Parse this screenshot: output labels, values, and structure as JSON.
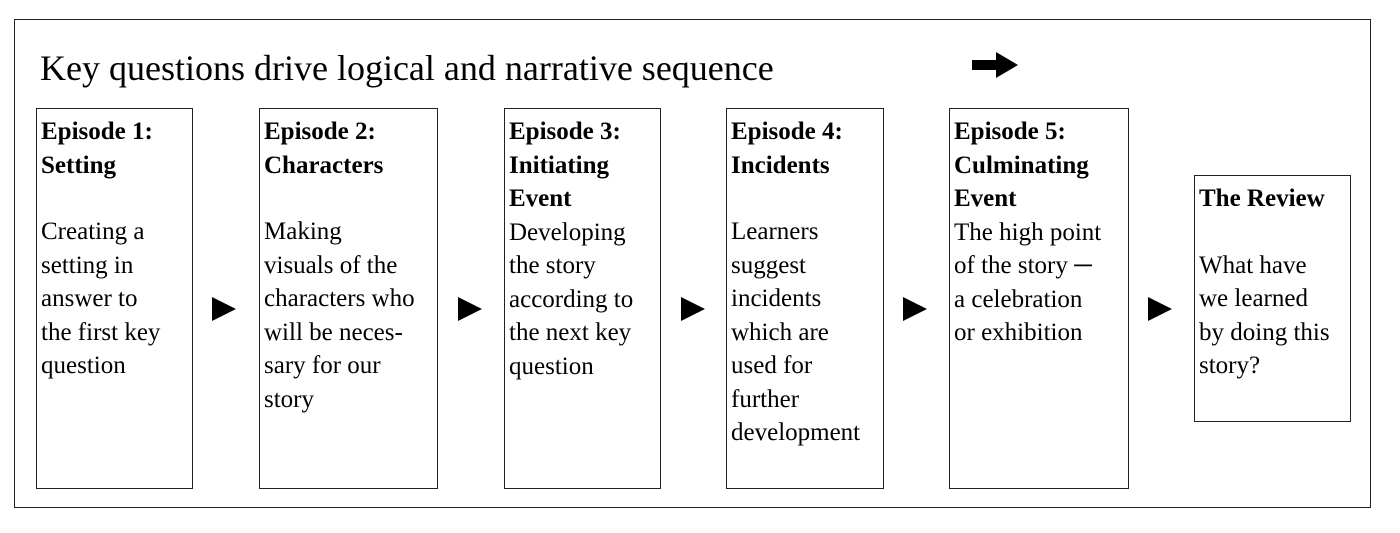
{
  "title": "Key questions drive logical and narrative sequence",
  "episodes": [
    {
      "heading": "Episode 1:\nSetting",
      "body": "Creating a\nsetting in\nanswer to\nthe first key\nquestion"
    },
    {
      "heading": "Episode 2:\nCharacters",
      "body": "Making\nvisuals of the\ncharacters who\nwill be neces-\nsary for our\nstory"
    },
    {
      "heading": "Episode 3:\nInitiating\nEvent",
      "body": "Developing\nthe story\naccording to\nthe next key\nquestion"
    },
    {
      "heading": "Episode 4:\nIncidents",
      "body": "Learners\nsuggest\nincidents\nwhich are\nused for\nfurther\ndevelopment"
    },
    {
      "heading": "Episode 5:\nCulminating\nEvent",
      "body": "The high point\nof the story ─\na celebration\nor exhibition"
    },
    {
      "heading": "The Review",
      "body": "What have\nwe learned\nby doing this\nstory?"
    }
  ],
  "icons": {
    "top_arrow": "right-arrow-icon",
    "flow_arrow": "right-triangle-icon"
  }
}
